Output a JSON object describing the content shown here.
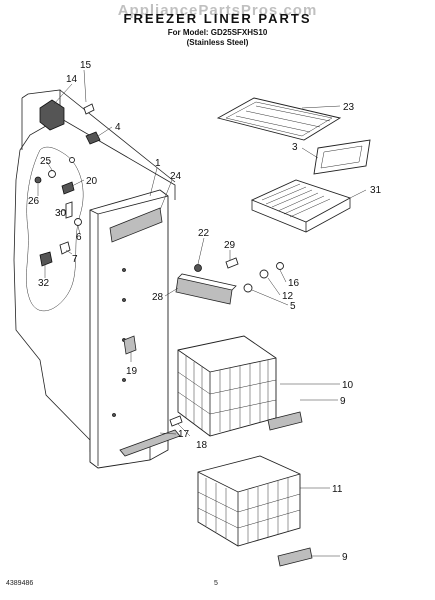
{
  "header": {
    "watermark": "AppliancePartsPros.com",
    "title": "FREEZER LINER PARTS",
    "model_line": "For Model: GD25SFXHS10",
    "variant_line": "(Stainless Steel)"
  },
  "footer": {
    "doc_number": "4389486",
    "page_number": "5"
  },
  "callouts": {
    "c1": "1",
    "c3": "3",
    "c4": "4",
    "c5": "5",
    "c6": "6",
    "c7": "7",
    "c9a": "9",
    "c9b": "9",
    "c10": "10",
    "c11": "11",
    "c12": "12",
    "c14": "14",
    "c15": "15",
    "c16": "16",
    "c17": "17",
    "c18": "18",
    "c19": "19",
    "c20": "20",
    "c22": "22",
    "c23": "23",
    "c24": "24",
    "c25": "25",
    "c26": "26",
    "c28": "28",
    "c29": "29",
    "c30": "30",
    "c31": "31",
    "c32": "32"
  }
}
